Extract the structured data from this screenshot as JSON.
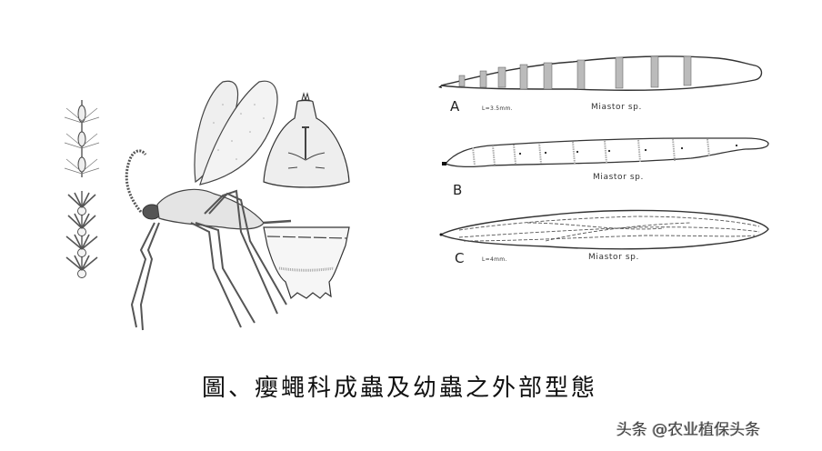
{
  "figure": {
    "caption": "圖、癭蠅科成蟲及幼蟲之外部型態",
    "watermark": "头条 @农业植保头条",
    "adult_panel": {
      "parts": [
        "antenna-segments-female",
        "antenna-segments-male",
        "adult-midge-side-view",
        "abdomen-tip-dorsal",
        "abdomen-tip-ventral"
      ]
    },
    "larva_panels": [
      {
        "letter": "A",
        "length_label": "L=3.5mm.",
        "species": "Miastor sp."
      },
      {
        "letter": "B",
        "length_label": "",
        "species": "Miastor sp."
      },
      {
        "letter": "C",
        "length_label": "L=4mm.",
        "species": "Miastor sp."
      }
    ]
  },
  "colors": {
    "background": "#ffffff",
    "ink": "#222222",
    "stipple": "#9a9a9a"
  }
}
